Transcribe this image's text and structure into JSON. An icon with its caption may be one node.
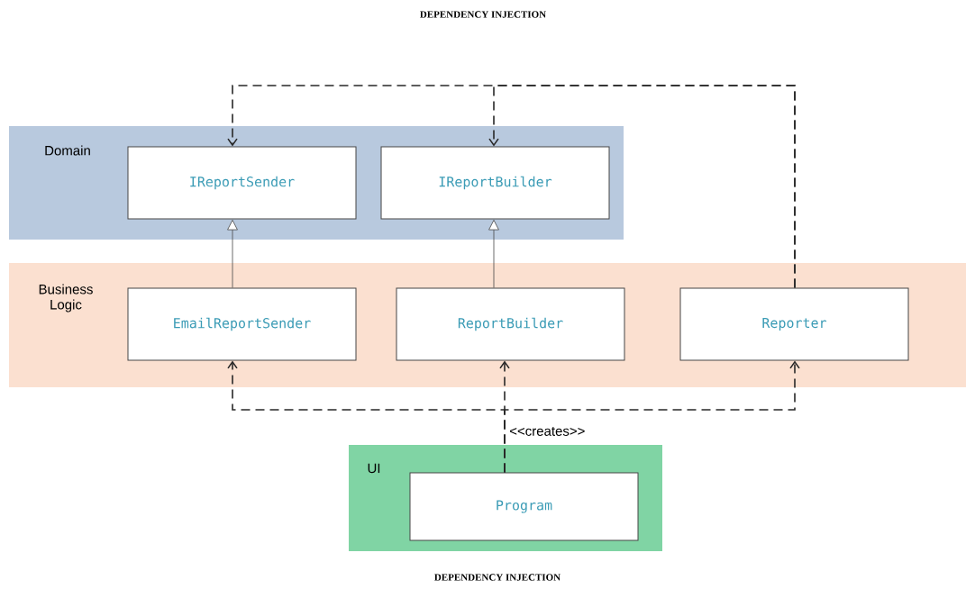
{
  "diagram": {
    "title": "DEPENDENCY INJECTION",
    "caption": "DEPENDENCY INJECTION",
    "nodes": [
      {
        "text": [
          "Domain"
        ]
      },
      {
        "text": [
          "IReportSender"
        ],
        "in": 0
      },
      {
        "text": [
          "IReportBuilder"
        ],
        "in": 0
      },
      {
        "text": [
          "Business Logic"
        ]
      },
      {
        "text": [
          "EmailReportSender"
        ],
        "in": 3
      },
      {
        "text": [
          "ReportBuilder"
        ],
        "in": 3
      },
      {
        "text": [
          "Reporter"
        ],
        "in": 3
      },
      {
        "text": [
          "UI"
        ]
      },
      {
        "text": [
          "Program"
        ],
        "in": 7
      }
    ],
    "edges": [
      {
        "from": 4,
        "to": 1,
        "arrow": "to"
      },
      {
        "from": 5,
        "to": 2,
        "arrow": "to"
      },
      {
        "from": 6,
        "to": 1,
        "arrow": "to",
        "style": "dashed"
      },
      {
        "from": 6,
        "to": 2,
        "arrow": "to",
        "style": "dashed"
      },
      {
        "from": 8,
        "to": 4,
        "arrow": "to",
        "style": "dashed"
      },
      {
        "from": 8,
        "to": 5,
        "arrow": "to",
        "style": "dashed",
        "label": "<<creates>>"
      },
      {
        "from": 8,
        "to": 6,
        "arrow": "to",
        "style": "dashed"
      }
    ]
  }
}
